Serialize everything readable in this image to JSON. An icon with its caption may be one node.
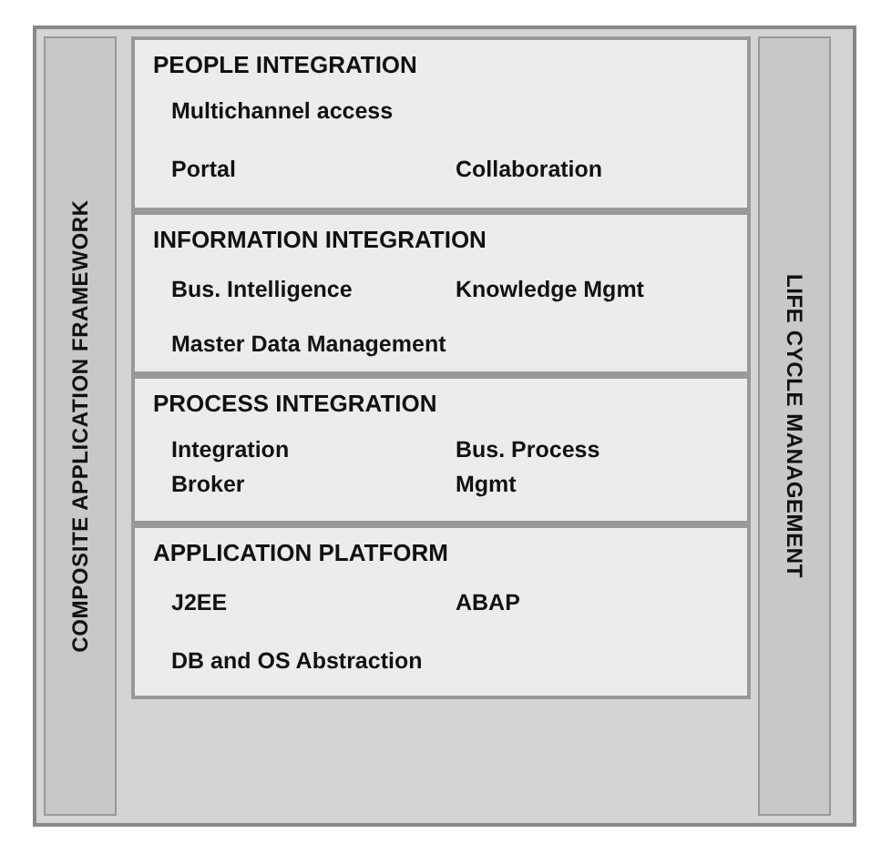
{
  "diagram": {
    "nodes": [
      {
        "text": [
          "COMPOSITE APPLICATION FRAMEWORK"
        ]
      },
      {
        "text": [
          "PEOPLE INTEGRATION",
          "Multichannel access",
          "Portal",
          "Collaboration"
        ]
      },
      {
        "text": [
          "INFORMATION INTEGRATION",
          "Bus. Intelligence",
          "Knowledge Mgmt",
          "Master Data Management"
        ]
      },
      {
        "text": [
          "PROCESS INTEGRATION",
          "Integration Broker",
          "Bus. Process Mgmt"
        ]
      },
      {
        "text": [
          "APPLICATION PLATFORM",
          "J2EE",
          "ABAP",
          "DB and OS Abstraction"
        ]
      },
      {
        "text": [
          "LIFE CYCLE MANAGEMENT"
        ]
      }
    ],
    "edges": []
  }
}
